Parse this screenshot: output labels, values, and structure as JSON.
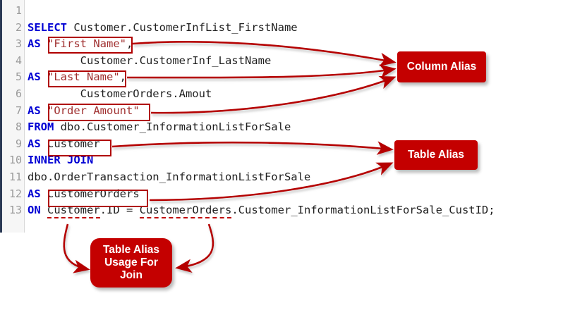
{
  "editor": {
    "language": "sql",
    "gutter_color": "#f6f6f6",
    "line_number_color": "#9a9a9a",
    "keyword_color": "#0000d4",
    "string_color": "#a03030",
    "annotation_color": "#c40000",
    "lines": [
      {
        "n": "1",
        "segments": []
      },
      {
        "n": "2",
        "segments": [
          {
            "t": "SELECT",
            "c": "kw"
          },
          {
            "t": " Customer.CustomerInfList_FirstName",
            "c": "plain"
          }
        ]
      },
      {
        "n": "3",
        "segments": [
          {
            "t": "AS",
            "c": "kw"
          },
          {
            "t": " ",
            "c": "plain"
          },
          {
            "t": "\"First Name\"",
            "c": "str"
          },
          {
            "t": ",",
            "c": "plain"
          }
        ]
      },
      {
        "n": "4",
        "segments": [
          {
            "t": "        Customer.CustomerInf_LastName",
            "c": "plain"
          }
        ]
      },
      {
        "n": "5",
        "segments": [
          {
            "t": "AS",
            "c": "kw"
          },
          {
            "t": " ",
            "c": "plain"
          },
          {
            "t": "\"Last Name\"",
            "c": "str"
          },
          {
            "t": ",",
            "c": "plain"
          }
        ]
      },
      {
        "n": "6",
        "segments": [
          {
            "t": "        CustomerOrders.Amout",
            "c": "plain"
          }
        ]
      },
      {
        "n": "7",
        "segments": [
          {
            "t": "AS",
            "c": "kw"
          },
          {
            "t": " ",
            "c": "plain"
          },
          {
            "t": "\"Order Amount\"",
            "c": "str"
          }
        ]
      },
      {
        "n": "8",
        "segments": [
          {
            "t": "FROM",
            "c": "kw"
          },
          {
            "t": " dbo.Customer_InformationListForSale",
            "c": "plain"
          }
        ]
      },
      {
        "n": "9",
        "segments": [
          {
            "t": "AS",
            "c": "kw"
          },
          {
            "t": " Customer",
            "c": "plain"
          }
        ]
      },
      {
        "n": "10",
        "segments": [
          {
            "t": "INNER JOIN",
            "c": "kw"
          }
        ]
      },
      {
        "n": "11",
        "segments": [
          {
            "t": "dbo.OrderTransaction_InformationListForSale",
            "c": "plain"
          }
        ]
      },
      {
        "n": "12",
        "segments": [
          {
            "t": "AS",
            "c": "kw"
          },
          {
            "t": " CustomerOrders",
            "c": "plain"
          }
        ]
      },
      {
        "n": "13",
        "segments": [
          {
            "t": "ON",
            "c": "kw"
          },
          {
            "t": " ",
            "c": "plain"
          },
          {
            "t": "Customer",
            "c": "plain u-dash"
          },
          {
            "t": ".ID = ",
            "c": "plain"
          },
          {
            "t": "CustomerOrders",
            "c": "plain u-dash"
          },
          {
            "t": ".Customer_InformationListForSale_CustID;",
            "c": "plain"
          }
        ]
      }
    ]
  },
  "annotations": {
    "column_alias_label": "Column Alias",
    "table_alias_label": "Table Alias",
    "join_usage_label": "Table Alias\nUsage For\nJoin",
    "highlight_boxes": [
      {
        "name": "first-name-alias",
        "text": "\"First Name\""
      },
      {
        "name": "last-name-alias",
        "text": "\"Last Name\""
      },
      {
        "name": "order-amount-alias",
        "text": "\"Order Amount\""
      },
      {
        "name": "customer-table-alias",
        "text": "Customer"
      },
      {
        "name": "customerorders-table-alias",
        "text": "CustomerOrders"
      }
    ]
  }
}
